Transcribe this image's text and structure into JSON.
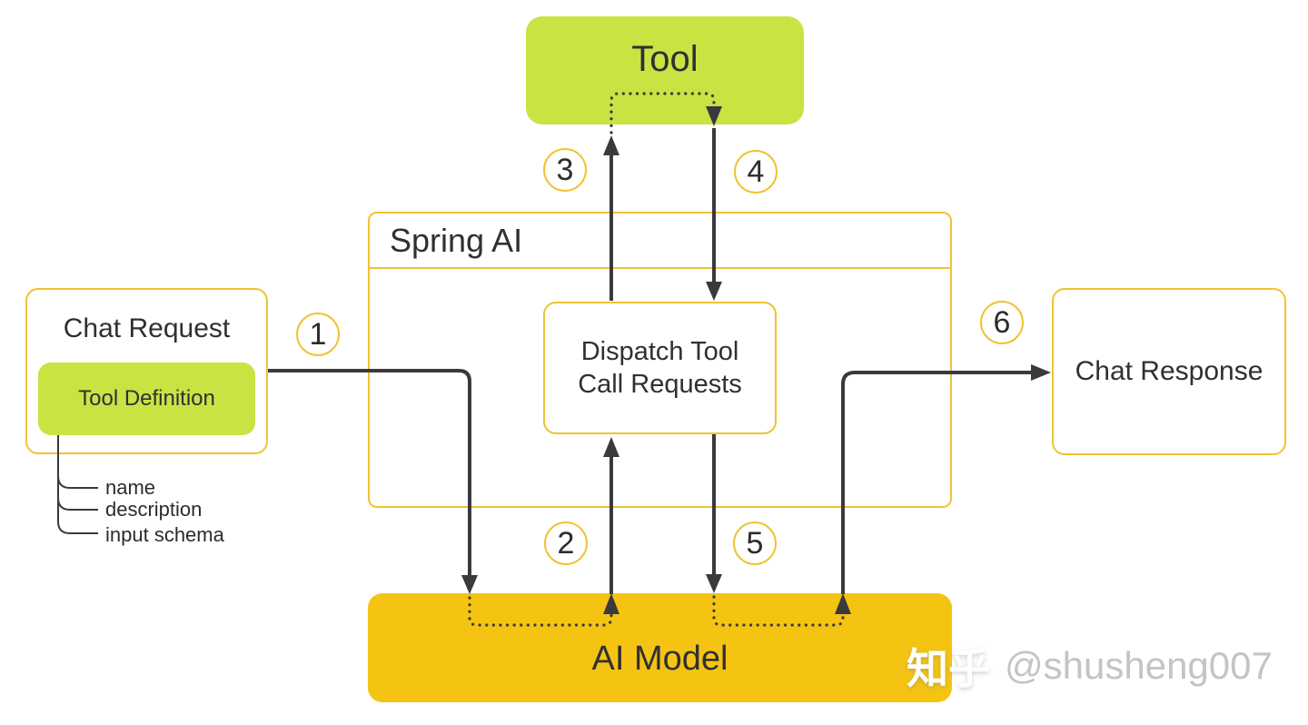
{
  "diagram": {
    "nodes": {
      "tool": "Tool",
      "spring_ai": "Spring AI",
      "dispatch": "Dispatch Tool Call Requests",
      "chat_request": "Chat Request",
      "tool_definition": "Tool Definition",
      "chat_response": "Chat Response",
      "ai_model": "AI Model"
    },
    "tool_definition_fields": [
      "name",
      "description",
      "input schema"
    ],
    "step_labels": [
      "1",
      "2",
      "3",
      "4",
      "5",
      "6"
    ],
    "colors": {
      "green": "#C9E343",
      "amber": "#F5C413",
      "border_yellow": "#F0C330",
      "line_dark": "#3A3A3C"
    },
    "watermark": {
      "brand": "知乎",
      "handle": "@shusheng007"
    }
  }
}
